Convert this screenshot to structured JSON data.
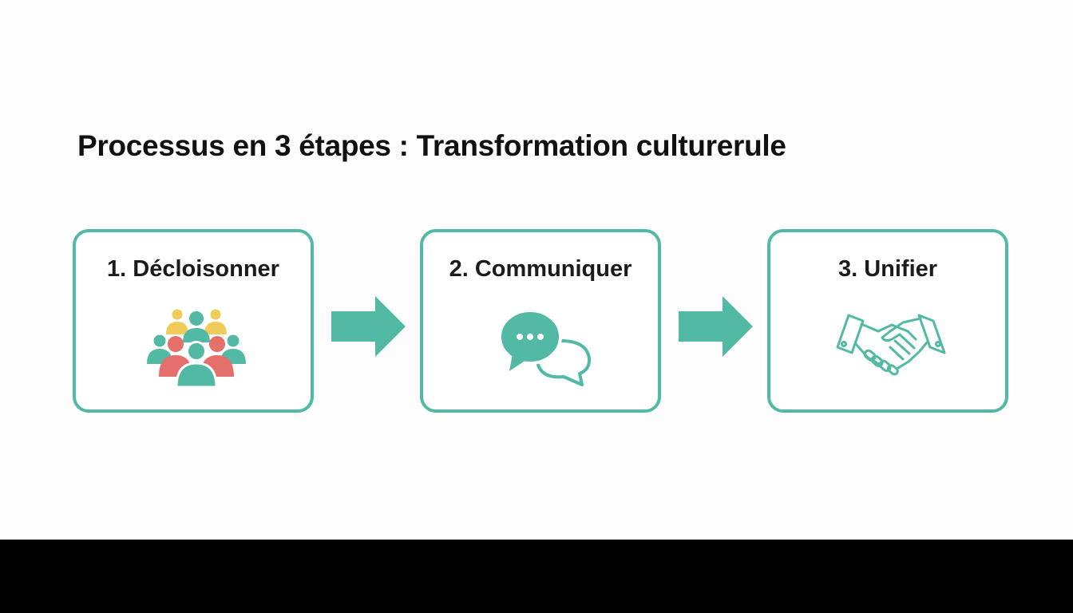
{
  "title": "Processus en 3 étapes : Transformation culturerule",
  "steps": [
    {
      "label": "1. Décloisonner",
      "icon": "people-group-icon"
    },
    {
      "label": "2. Communiquer",
      "icon": "chat-bubbles-icon"
    },
    {
      "label": "3. Unifier",
      "icon": "handshake-icon"
    }
  ],
  "colors": {
    "accent": "#52b9a5",
    "yellow": "#f0cd5b",
    "red": "#e56f6b",
    "text": "#111111",
    "background": "#fdfdfd",
    "letterbox": "#000000"
  }
}
